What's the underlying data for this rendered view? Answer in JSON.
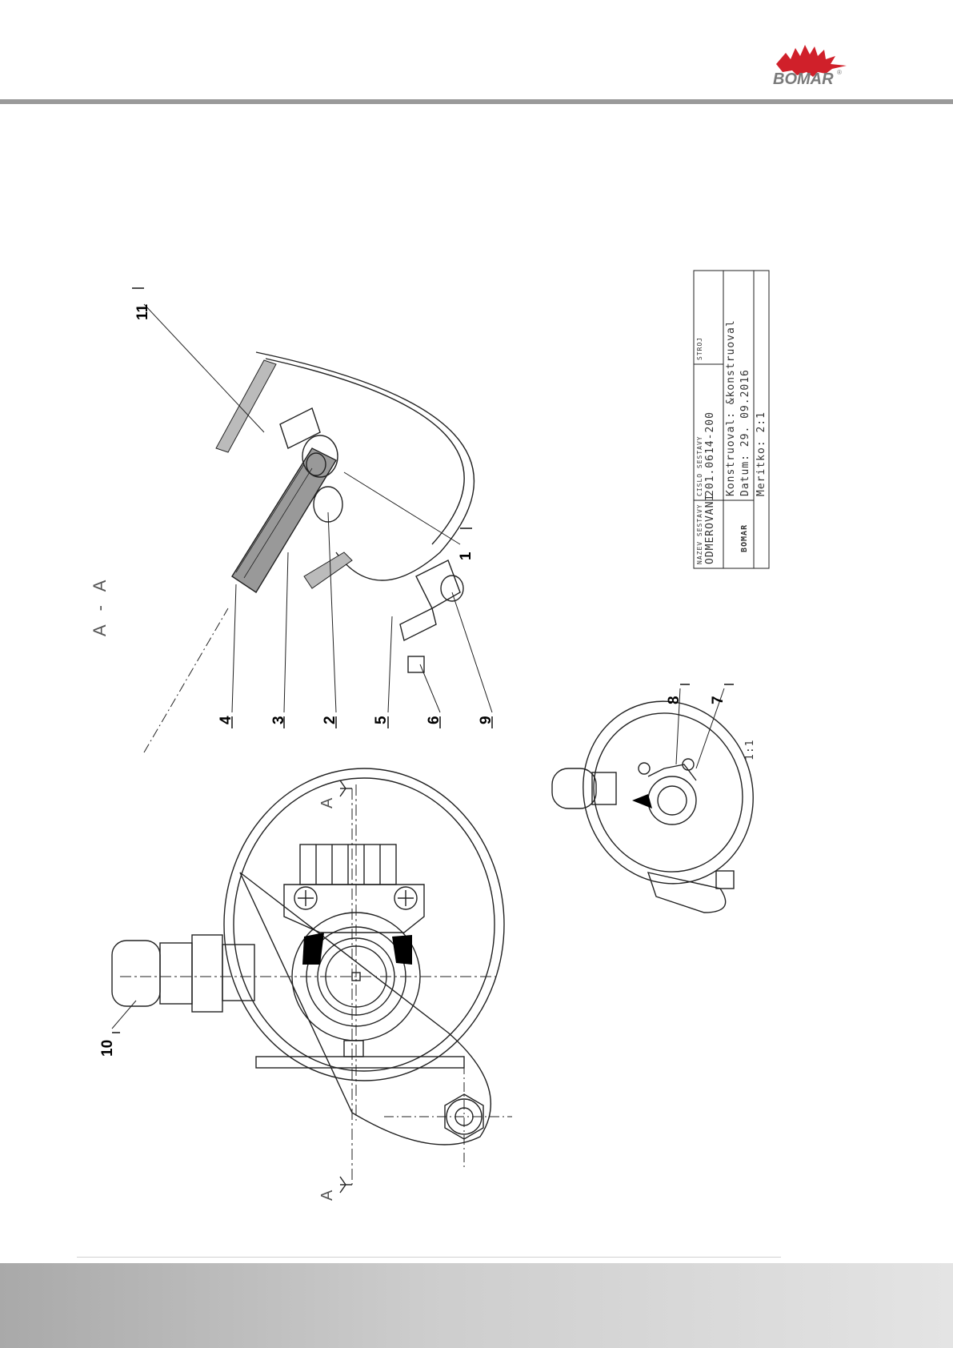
{
  "brand": {
    "logo_text": "BOMAR",
    "registered": "®"
  },
  "section_label": "A - A",
  "scale_small_view": "1:1",
  "callouts": [
    "1",
    "2",
    "3",
    "4",
    "5",
    "6",
    "7",
    "8",
    "9",
    "10",
    "11"
  ],
  "section_markers": [
    "A",
    "A"
  ],
  "title_block": {
    "name_header": "NAZEV SESTAVY",
    "name_value": "ODMEROVANI",
    "number_header": "CISLO SESTAVY",
    "number_value": "201.0614-200",
    "machine_header": "STROJ",
    "designer": "Konstruoval: &konstruoval",
    "date": "Datum:        29. 09.2016",
    "scale": "Meritko:        2:1",
    "mini_logo": "BOMAR"
  },
  "colors": {
    "logo_red": "#d0202a",
    "logo_grey": "#7a7a7a",
    "header_rule": "#9a9a9a"
  }
}
